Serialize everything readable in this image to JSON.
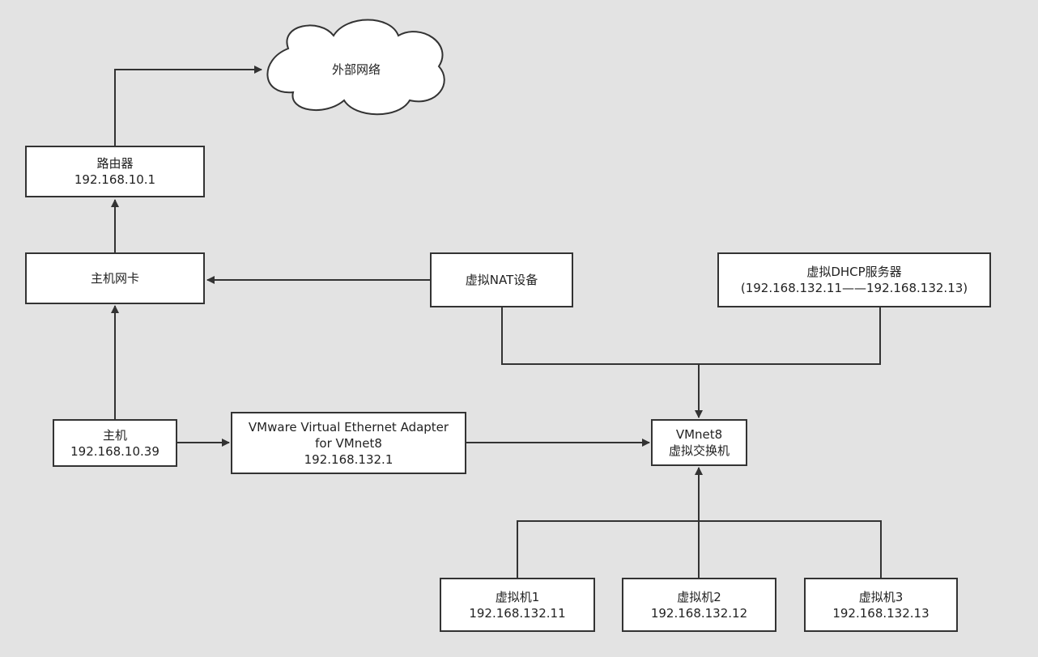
{
  "cloud": {
    "label": "外部网络"
  },
  "router": {
    "name": "路由器",
    "ip": "192.168.10.1"
  },
  "host_nic": {
    "name": "主机网卡"
  },
  "host": {
    "name": "主机",
    "ip": "192.168.10.39"
  },
  "vmware_adapter": {
    "line1": "VMware Virtual Ethernet Adapter",
    "line2": "for VMnet8",
    "ip": "192.168.132.1"
  },
  "nat_device": {
    "name": "虚拟NAT设备"
  },
  "dhcp_server": {
    "name": "虚拟DHCP服务器",
    "range": "(192.168.132.11——192.168.132.13)"
  },
  "vmnet8_switch": {
    "line1": "VMnet8",
    "line2": "虚拟交换机"
  },
  "vms": [
    {
      "name": "虚拟机1",
      "ip": "192.168.132.11"
    },
    {
      "name": "虚拟机2",
      "ip": "192.168.132.12"
    },
    {
      "name": "虚拟机3",
      "ip": "192.168.132.13"
    }
  ]
}
